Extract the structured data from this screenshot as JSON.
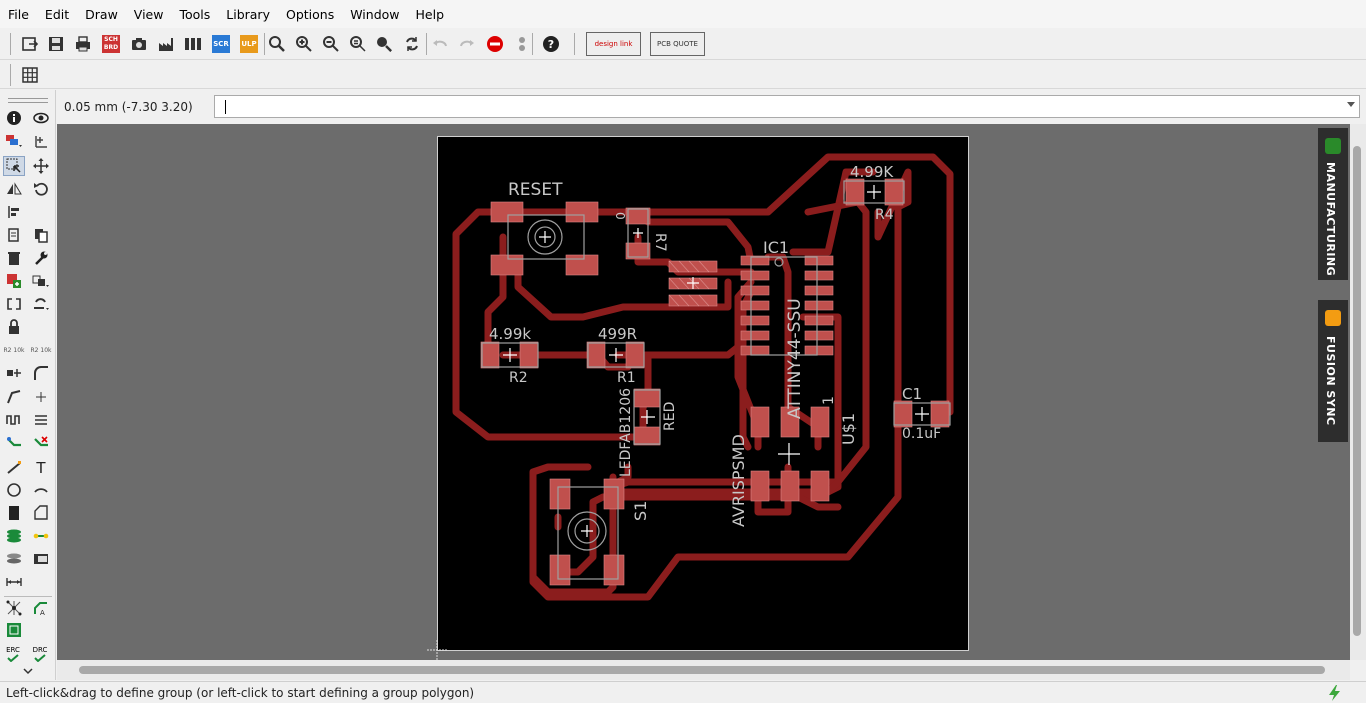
{
  "menu": [
    "File",
    "Edit",
    "Draw",
    "View",
    "Tools",
    "Library",
    "Options",
    "Window",
    "Help"
  ],
  "toolbar": {
    "design_link": "design link",
    "pcb_quote": "PCB QUOTE",
    "sch_label": "SCH BRD",
    "scr_label": "SCR",
    "ulp_label": "ULP"
  },
  "coordinate": "0.05 mm (-7.30 3.20)",
  "command_input": "",
  "left_tools": {
    "r2_10k": "R2 10k",
    "erc": "ERC",
    "drc": "DRC"
  },
  "board": {
    "labels": {
      "reset": "RESET",
      "r4_value": "4.99K",
      "r4": "R4",
      "ic1": "IC1",
      "r2_value": "4.99k",
      "r2": "R2",
      "r1_value": "499R",
      "r1": "R1",
      "r7": "R7",
      "r7_value": "0",
      "c1": "C1",
      "c1_value": "0.1uF",
      "ledfab": "LEDFAB1206",
      "red": "RED",
      "s1": "S1",
      "avrisp": "AVRISPSMD",
      "attiny": "ATTINY44-SSU",
      "us1": "U$1",
      "one": "1"
    }
  },
  "side_panels": {
    "manufacturing": "MANUFACTURING",
    "fusion_sync": "FUSION SYNC"
  },
  "status": "Left-click&drag to define group (or left-click to start defining a group polygon)",
  "colors": {
    "trace": "#8b1d1d",
    "pad": "#c0504d",
    "board_bg": "#000000",
    "canvas_bg": "#6c6c6c"
  }
}
